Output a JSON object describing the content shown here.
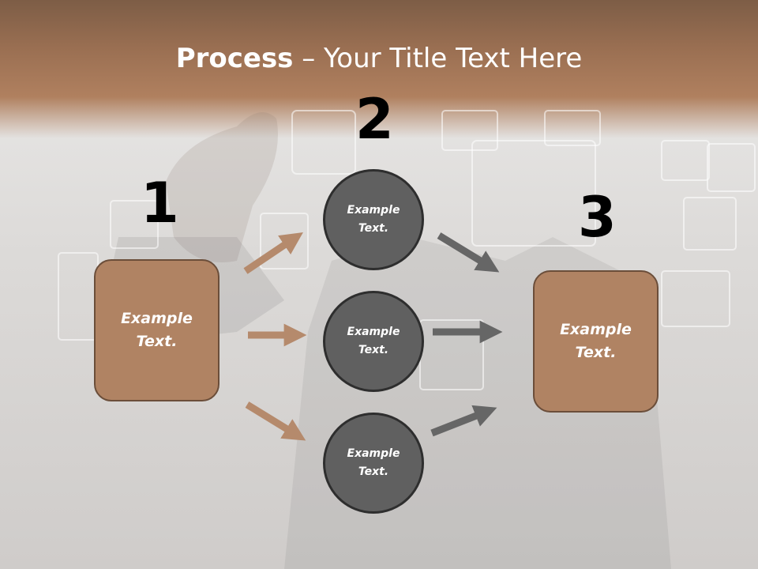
{
  "title": {
    "bold": "Process",
    "rest": " – Your Title Text Here"
  },
  "steps": {
    "one": "1",
    "two": "2",
    "three": "3"
  },
  "start_box": {
    "line1": "Example",
    "line2": "Text."
  },
  "end_box": {
    "line1": "Example",
    "line2": "Text."
  },
  "circles": [
    {
      "line1": "Example",
      "line2": "Text."
    },
    {
      "line1": "Example",
      "line2": "Text."
    },
    {
      "line1": "Example",
      "line2": "Text."
    }
  ],
  "colors": {
    "brown_box": "#b08363",
    "brown_arrow": "#b58a6c",
    "gray_circle": "#606060",
    "gray_arrow": "#666666",
    "header": "#9a6f52"
  }
}
